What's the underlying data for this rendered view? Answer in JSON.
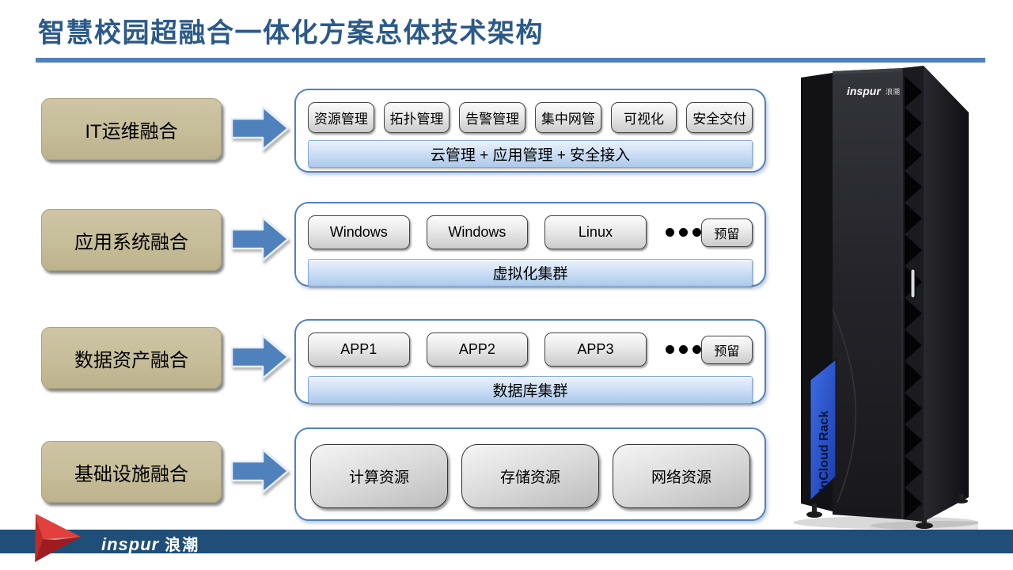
{
  "slide": {
    "title": "智慧校园超融合一体化方案总体技术架构"
  },
  "rows": [
    {
      "label": "IT运维融合",
      "items": [
        "资源管理",
        "拓扑管理",
        "告警管理",
        "集中网管",
        "可视化",
        "安全交付"
      ],
      "bar": "云管理 + 应用管理 + 安全接入"
    },
    {
      "label": "应用系统融合",
      "items": [
        "Windows",
        "Windows",
        "Linux"
      ],
      "reserved": "预留",
      "bar": "虚拟化集群"
    },
    {
      "label": "数据资产融合",
      "items": [
        "APP1",
        "APP2",
        "APP3"
      ],
      "reserved": "预留",
      "bar": "数据库集群"
    },
    {
      "label": "基础设施融合",
      "items": [
        "计算资源",
        "存储资源",
        "网络资源"
      ]
    }
  ],
  "rack": {
    "brand": "inspur",
    "brand_cn": "浪潮",
    "sticker": "InCloud Rack"
  },
  "footer": {
    "brand": "inspur",
    "brand_cn": "浪潮"
  },
  "icons": {
    "arrow": "flow-arrow-right",
    "dots": "more-items-ellipsis",
    "logo": "inspur-red-triangle"
  },
  "colors": {
    "accent_blue": "#4F81BD",
    "title_blue": "#2B5A8A",
    "footer_navy": "#1F4E79",
    "tan_box": "#C6BD99",
    "bar_blue": "#ABC9EC",
    "inspur_red": "#D92B27",
    "sticker_blue": "#2E55C8"
  }
}
